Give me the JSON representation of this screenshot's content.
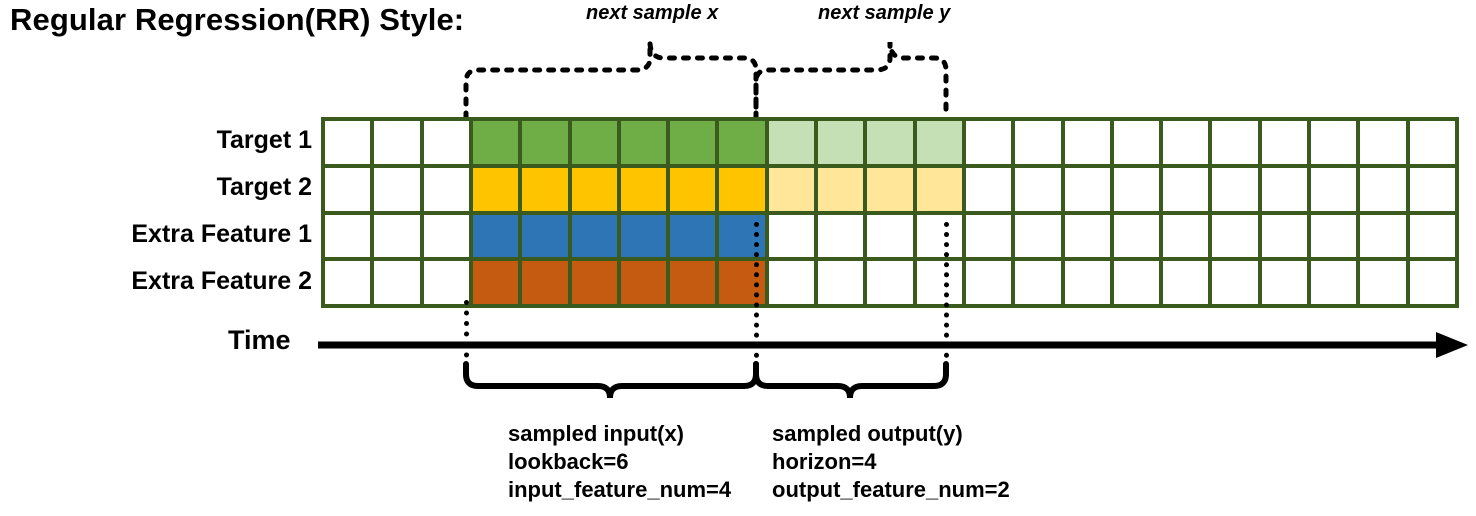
{
  "title": "Regular Regression(RR) Style:",
  "top_captions": {
    "next_sample_x": "next sample x",
    "next_sample_y": "next sample y"
  },
  "row_labels": [
    "Target 1",
    "Target 2",
    "Extra Feature 1",
    "Extra Feature 2"
  ],
  "time": {
    "label": "Time"
  },
  "annotations": {
    "input": {
      "line1": "sampled input(x)",
      "line2": "lookback=6",
      "line3": "input_feature_num=4"
    },
    "output": {
      "line1": "sampled output(y)",
      "line2": "horizon=4",
      "line3": "output_feature_num=2"
    }
  },
  "colors": {
    "grid_border": "#3A5A1E",
    "target1_input": "#6FAE46",
    "target1_output": "#C5E0B4",
    "target2_input": "#FFC400",
    "target2_output": "#FFE699",
    "extra1_input": "#2E75B6",
    "extra2_input": "#C55A11",
    "empty": "#FFFFFF",
    "line": "#000000"
  },
  "chart_data": {
    "type": "heatmap",
    "title": "Regular Regression(RR) Style:",
    "total_columns": 23,
    "total_rows": 4,
    "lookback": 6,
    "horizon": 4,
    "input_feature_num": 4,
    "output_feature_num": 2,
    "input_start_col": 3,
    "input_end_col": 8,
    "output_start_col": 9,
    "output_end_col": 12,
    "rows": [
      {
        "name": "Target 1",
        "fill": [
          "#FFFFFF",
          "#FFFFFF",
          "#FFFFFF",
          "#6FAE46",
          "#6FAE46",
          "#6FAE46",
          "#6FAE46",
          "#6FAE46",
          "#6FAE46",
          "#C5E0B4",
          "#C5E0B4",
          "#C5E0B4",
          "#C5E0B4",
          "#FFFFFF",
          "#FFFFFF",
          "#FFFFFF",
          "#FFFFFF",
          "#FFFFFF",
          "#FFFFFF",
          "#FFFFFF",
          "#FFFFFF",
          "#FFFFFF",
          "#FFFFFF"
        ]
      },
      {
        "name": "Target 2",
        "fill": [
          "#FFFFFF",
          "#FFFFFF",
          "#FFFFFF",
          "#FFC400",
          "#FFC400",
          "#FFC400",
          "#FFC400",
          "#FFC400",
          "#FFC400",
          "#FFE699",
          "#FFE699",
          "#FFE699",
          "#FFE699",
          "#FFFFFF",
          "#FFFFFF",
          "#FFFFFF",
          "#FFFFFF",
          "#FFFFFF",
          "#FFFFFF",
          "#FFFFFF",
          "#FFFFFF",
          "#FFFFFF",
          "#FFFFFF"
        ]
      },
      {
        "name": "Extra Feature 1",
        "fill": [
          "#FFFFFF",
          "#FFFFFF",
          "#FFFFFF",
          "#2E75B6",
          "#2E75B6",
          "#2E75B6",
          "#2E75B6",
          "#2E75B6",
          "#2E75B6",
          "#FFFFFF",
          "#FFFFFF",
          "#FFFFFF",
          "#FFFFFF",
          "#FFFFFF",
          "#FFFFFF",
          "#FFFFFF",
          "#FFFFFF",
          "#FFFFFF",
          "#FFFFFF",
          "#FFFFFF",
          "#FFFFFF",
          "#FFFFFF",
          "#FFFFFF"
        ]
      },
      {
        "name": "Extra Feature 2",
        "fill": [
          "#FFFFFF",
          "#FFFFFF",
          "#FFFFFF",
          "#C55A11",
          "#C55A11",
          "#C55A11",
          "#C55A11",
          "#C55A11",
          "#C55A11",
          "#FFFFFF",
          "#FFFFFF",
          "#FFFFFF",
          "#FFFFFF",
          "#FFFFFF",
          "#FFFFFF",
          "#FFFFFF",
          "#FFFFFF",
          "#FFFFFF",
          "#FFFFFF",
          "#FFFFFF",
          "#FFFFFF",
          "#FFFFFF",
          "#FFFFFF"
        ]
      }
    ]
  }
}
